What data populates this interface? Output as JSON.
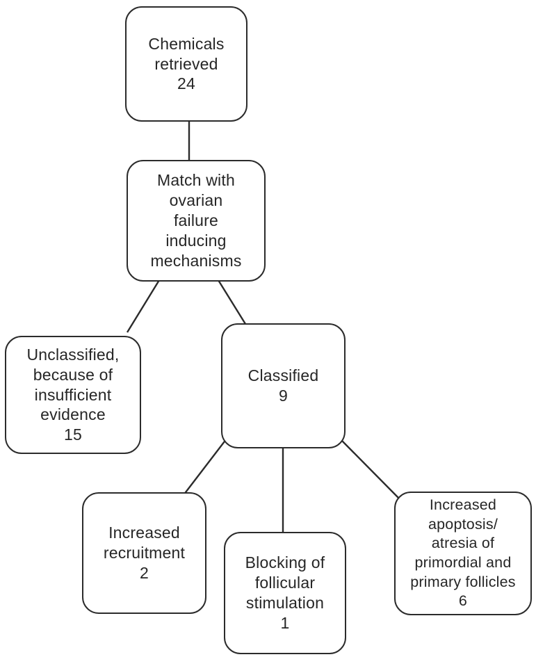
{
  "colors": {
    "background": "#ffffff",
    "node_fill": "#ffffff",
    "node_border": "#2b2b2b",
    "edge_line": "#2b2b2b",
    "text": "#262626"
  },
  "nodes": [
    {
      "id": "chemicals-retrieved",
      "label": "Chemicals retrieved",
      "count": "24",
      "lines": [
        "Chemicals",
        "retrieved",
        "24"
      ]
    },
    {
      "id": "match-ovarian-failure-mechanisms",
      "label": "Match with ovarian failure inducing mechanisms",
      "lines": [
        "Match with",
        "ovarian",
        "failure",
        "inducing",
        "mechanisms"
      ]
    },
    {
      "id": "unclassified-insufficient-evidence",
      "label": "Unclassified, because of insufficient evidence",
      "count": "15",
      "lines": [
        "Unclassified,",
        "because of",
        "insufficient",
        "evidence",
        "15"
      ]
    },
    {
      "id": "classified",
      "label": "Classified",
      "count": "9",
      "lines": [
        "Classified",
        "9"
      ]
    },
    {
      "id": "increased-recruitment",
      "label": "Increased recruitment",
      "count": "2",
      "lines": [
        "Increased",
        "recruitment",
        "2"
      ]
    },
    {
      "id": "blocking-follicular-stimulation",
      "label": "Blocking of follicular stimulation",
      "count": "1",
      "lines": [
        "Blocking of",
        "follicular",
        "stimulation",
        "1"
      ]
    },
    {
      "id": "increased-apoptosis-atresia",
      "label": "Increased apoptosis/ atresia of primordial and primary follicles",
      "count": "6",
      "lines": [
        "Increased",
        "apoptosis/",
        "atresia of",
        "primordial and",
        "primary follicles",
        "6"
      ]
    }
  ],
  "edges": [
    {
      "from": "chemicals-retrieved",
      "to": "match-ovarian-failure-mechanisms"
    },
    {
      "from": "match-ovarian-failure-mechanisms",
      "to": "unclassified-insufficient-evidence"
    },
    {
      "from": "match-ovarian-failure-mechanisms",
      "to": "classified"
    },
    {
      "from": "classified",
      "to": "increased-recruitment"
    },
    {
      "from": "classified",
      "to": "blocking-follicular-stimulation"
    },
    {
      "from": "classified",
      "to": "increased-apoptosis-atresia"
    }
  ]
}
